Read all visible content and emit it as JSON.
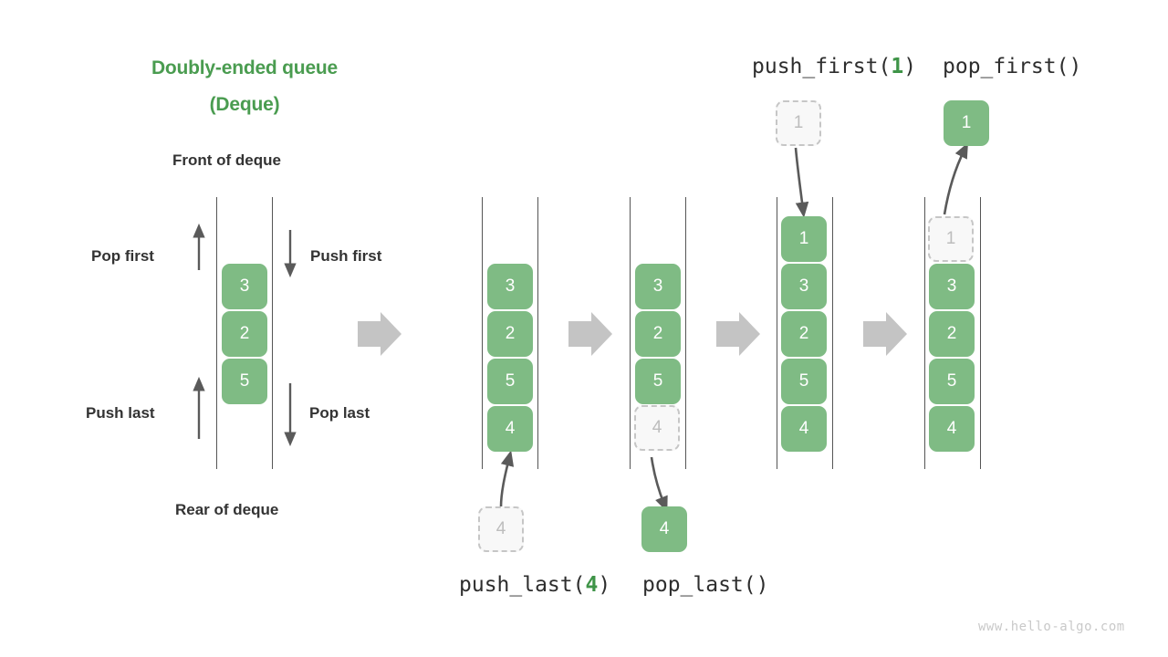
{
  "title": {
    "line1": "Doubly-ended queue",
    "line2": "(Deque)",
    "color": "#4a9c50"
  },
  "labels": {
    "front": "Front of deque",
    "rear": "Rear of deque",
    "pop_first": "Pop first",
    "push_first": "Push first",
    "push_last": "Push last",
    "pop_last": "Pop last"
  },
  "operations": {
    "push_first": {
      "name": "push_first(",
      "arg": "1",
      "close": ")"
    },
    "pop_first": {
      "name": "pop_first()",
      "arg": "",
      "close": ""
    },
    "push_last": {
      "name": "push_last(",
      "arg": "4",
      "close": ")"
    },
    "pop_last": {
      "name": "pop_last()",
      "arg": "",
      "close": ""
    }
  },
  "colors": {
    "green_fill": "#7fbb84",
    "green_title": "#4a9c50",
    "ghost_fill": "#f8f8f8",
    "ghost_border": "#c6c6c6",
    "ghost_text": "#bdbdbd",
    "rail": "#555555",
    "big_arrow": "#c4c4c4",
    "thin_arrow": "#5a5a5a",
    "text": "#333333",
    "watermark": "#c9c9c9"
  },
  "watermark": "www.hello-algo.com",
  "chart_data": {
    "type": "diagram",
    "title": "Doubly-ended queue (Deque)",
    "columns": [
      {
        "id": "base",
        "label": "",
        "values": [
          "3",
          "2",
          "5"
        ],
        "states": [
          "filled",
          "filled",
          "filled"
        ]
      },
      {
        "id": "push_last",
        "label": "push_last(4)",
        "values": [
          "3",
          "2",
          "5",
          "4"
        ],
        "states": [
          "filled",
          "filled",
          "filled",
          "filled"
        ]
      },
      {
        "id": "pop_last",
        "label": "pop_last()",
        "values": [
          "3",
          "2",
          "5",
          "4"
        ],
        "states": [
          "filled",
          "filled",
          "filled",
          "ghost"
        ]
      },
      {
        "id": "push_first",
        "label": "push_first(1)",
        "values": [
          "1",
          "3",
          "2",
          "5",
          "4"
        ],
        "states": [
          "filled",
          "filled",
          "filled",
          "filled",
          "filled"
        ]
      },
      {
        "id": "pop_first",
        "label": "pop_first()",
        "values": [
          "1",
          "3",
          "2",
          "5",
          "4"
        ],
        "states": [
          "ghost",
          "filled",
          "filled",
          "filled",
          "filled"
        ]
      }
    ],
    "detached": [
      {
        "id": "push_last_in",
        "value": "4",
        "state": "ghost",
        "direction": "into-bottom"
      },
      {
        "id": "pop_last_out",
        "value": "4",
        "state": "filled",
        "direction": "out-bottom"
      },
      {
        "id": "push_first_in",
        "value": "1",
        "state": "ghost",
        "direction": "into-top"
      },
      {
        "id": "pop_first_out",
        "value": "1",
        "state": "filled",
        "direction": "out-top"
      }
    ]
  }
}
